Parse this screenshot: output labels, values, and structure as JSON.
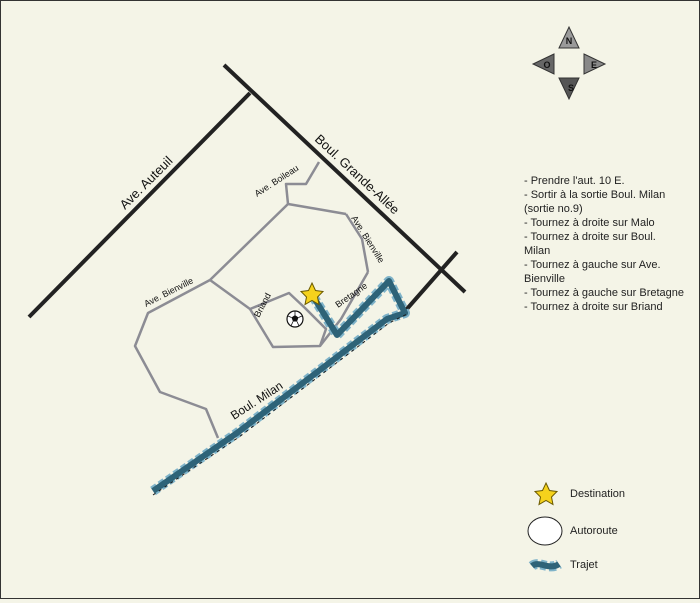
{
  "map": {
    "streets": {
      "auteuil": "Ave. Auteuil",
      "grande_allee": "Boul. Grande-Allée",
      "boileau": "Ave. Boileau",
      "bienville_east": "Ave. Bienville",
      "bienville_west": "Ave. Bienville",
      "briand": "Briand",
      "bretagne": "Bretagne",
      "milan": "Boul. Milan"
    },
    "compass": {
      "north": "N",
      "south": "S",
      "east": "E",
      "west": "O"
    },
    "destination_icon": "star-icon",
    "landmark_icon": "soccer-ball-icon"
  },
  "directions": [
    "- Prendre l'aut. 10 E.",
    "- Sortir à la sortie Boul. Milan (sortie no.9)",
    "- Tournez à droite sur Malo",
    "- Tournez à droite sur Boul. Milan",
    "- Tournez à gauche sur Ave. Bienville",
    "- Tournez à gauche sur Bretagne",
    "- Tournez à droite sur Briand"
  ],
  "legend": {
    "destination": "Destination",
    "highway": "Autoroute",
    "route": "Trajet"
  },
  "colors": {
    "background": "#f4f4e7",
    "route": "#2e6378",
    "star": "#f5d21c",
    "minor_road": "#8c8c94"
  }
}
